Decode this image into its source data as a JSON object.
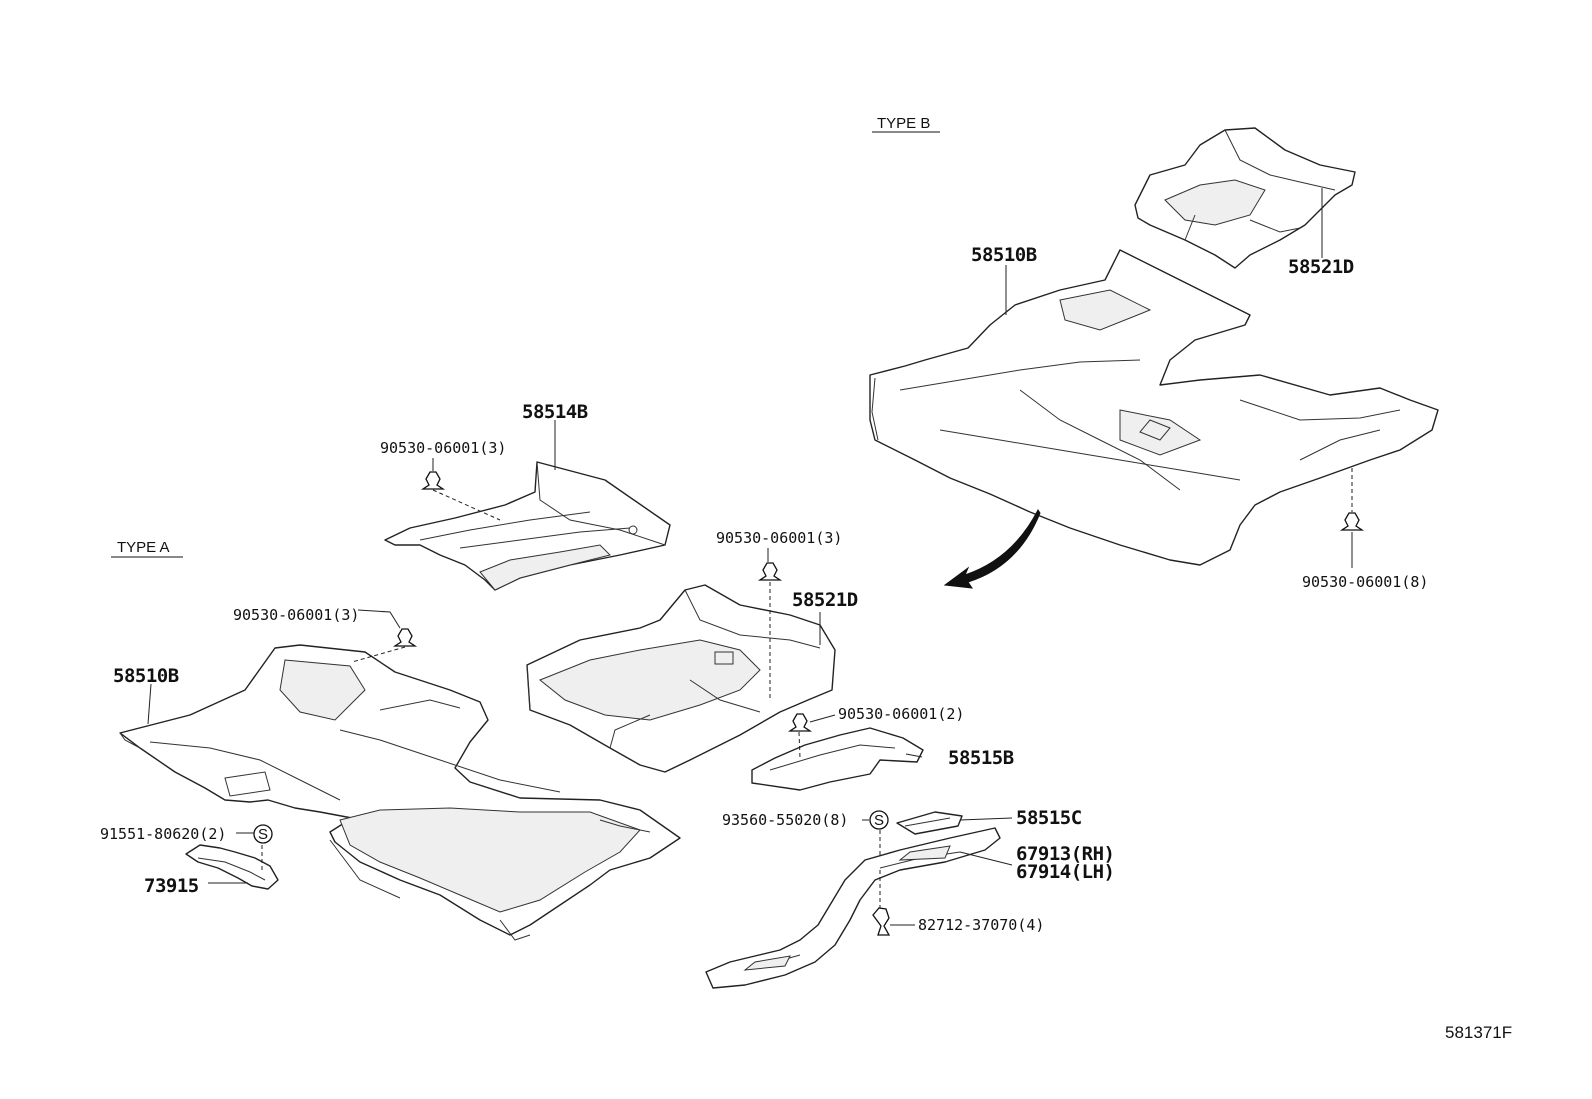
{
  "diagram": {
    "type_labels": {
      "type_a": "TYPE A",
      "type_b": "TYPE B"
    },
    "figure_code": "581371F",
    "callouts": {
      "p_58510b_a": "58510B",
      "p_58510b_b": "58510B",
      "p_58514b": "58514B",
      "p_58521d_a": "58521D",
      "p_58521d_b": "58521D",
      "p_58515b": "58515B",
      "p_58515c": "58515C",
      "p_67913": "67913(RH)",
      "p_67914": "67914(LH)",
      "p_73915": "73915",
      "clip_3_left": "90530-06001(3)",
      "clip_3_top": "90530-06001(3)",
      "clip_3_mid": "90530-06001(3)",
      "clip_2": "90530-06001(2)",
      "clip_8": "90530-06001(8)",
      "screw_91551": "91551-80620(2)",
      "screw_93560": "93560-55020(8)",
      "clip_82712": "82712-37070(4)"
    },
    "s_symbol": "S"
  }
}
